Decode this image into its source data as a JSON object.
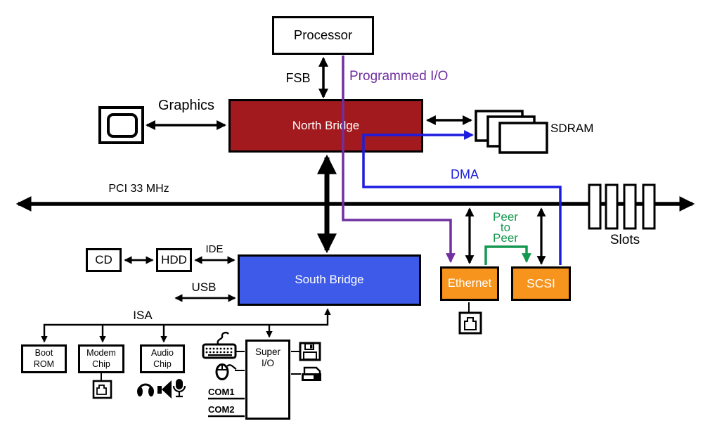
{
  "colors": {
    "north_bridge": "#A21A1D",
    "south_bridge": "#3D5AE8",
    "peripheral_orange": "#F7941E",
    "programmed_io_purple": "#7030A0",
    "dma_blue": "#1C1CDF",
    "peer_green": "#159850",
    "line_black": "#000000"
  },
  "nodes": {
    "processor": {
      "label": "Processor"
    },
    "north_bridge": {
      "label": "North Bridge"
    },
    "south_bridge": {
      "label": "South Bridge"
    },
    "sdram": {
      "label": "SDRAM"
    },
    "slots": {
      "label": "Slots"
    },
    "cd": {
      "label": "CD"
    },
    "hdd": {
      "label": "HDD"
    },
    "ethernet": {
      "label": "Ethernet"
    },
    "scsi": {
      "label": "SCSI"
    },
    "boot_rom": {
      "line1": "Boot",
      "line2": "ROM"
    },
    "modem_chip": {
      "line1": "Modem",
      "line2": "Chip"
    },
    "audio_chip": {
      "line1": "Audio",
      "line2": "Chip"
    },
    "super_io": {
      "line1": "Super",
      "line2": "I/O"
    }
  },
  "connections": {
    "fsb": "FSB",
    "graphics": "Graphics",
    "programmed_io": "Programmed I/O",
    "dma": "DMA",
    "pci_bus": "PCI 33 MHz",
    "ide": "IDE",
    "usb": "USB",
    "isa": "ISA",
    "com1": "COM1",
    "com2": "COM2",
    "peer_to_peer": {
      "line1": "Peer",
      "line2": "to",
      "line3": "Peer"
    }
  },
  "icons": [
    "monitor-icon",
    "sdram-stack-icon",
    "pci-slots-icon",
    "ethernet-jack-icon",
    "modem-jack-icon",
    "headphones-icon",
    "speaker-icon",
    "microphone-icon",
    "keyboard-icon",
    "mouse-icon",
    "floppy-icon",
    "printer-icon"
  ]
}
